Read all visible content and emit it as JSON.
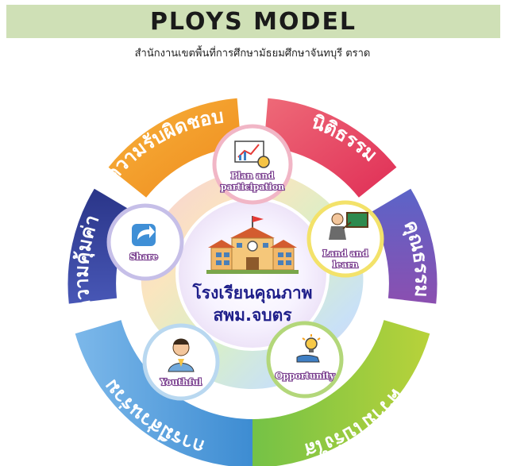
{
  "header": {
    "title": "PLOYS MODEL",
    "subtitle": "สำนักงานเขตพื้นที่การศึกษามัธยมศึกษาจันทบุรี ตราด"
  },
  "center": {
    "line1": "โรงเรียนคุณภาพ",
    "line2": "สพม.จบตร"
  },
  "ring": [
    {
      "label": "ความรับผิดชอบ",
      "color": "#f0a02a"
    },
    {
      "label": "นิติธรรม",
      "color": "#ea4a68"
    },
    {
      "label": "คุณธรรม",
      "color": "#7a5bb8"
    },
    {
      "label": "ความโปร่งใส",
      "color": "#9cc83a"
    },
    {
      "label": "การมีส่วนร่วม",
      "color": "#5a9ed6"
    },
    {
      "label": "ความคุ้มค่า",
      "color": "#2f3f95"
    }
  ],
  "nodes": [
    {
      "label_line1": "Plan and",
      "label_line2": "participation",
      "icon": "analytics-chart-icon"
    },
    {
      "label_line1": "Land and",
      "label_line2": "learn",
      "icon": "teacher-board-icon"
    },
    {
      "label_line1": "Opportunity",
      "label_line2": "",
      "icon": "lightbulb-hand-icon"
    },
    {
      "label_line1": "Youthful",
      "label_line2": "",
      "icon": "student-icon"
    },
    {
      "label_line1": "Share",
      "label_line2": "",
      "icon": "share-icon"
    }
  ]
}
